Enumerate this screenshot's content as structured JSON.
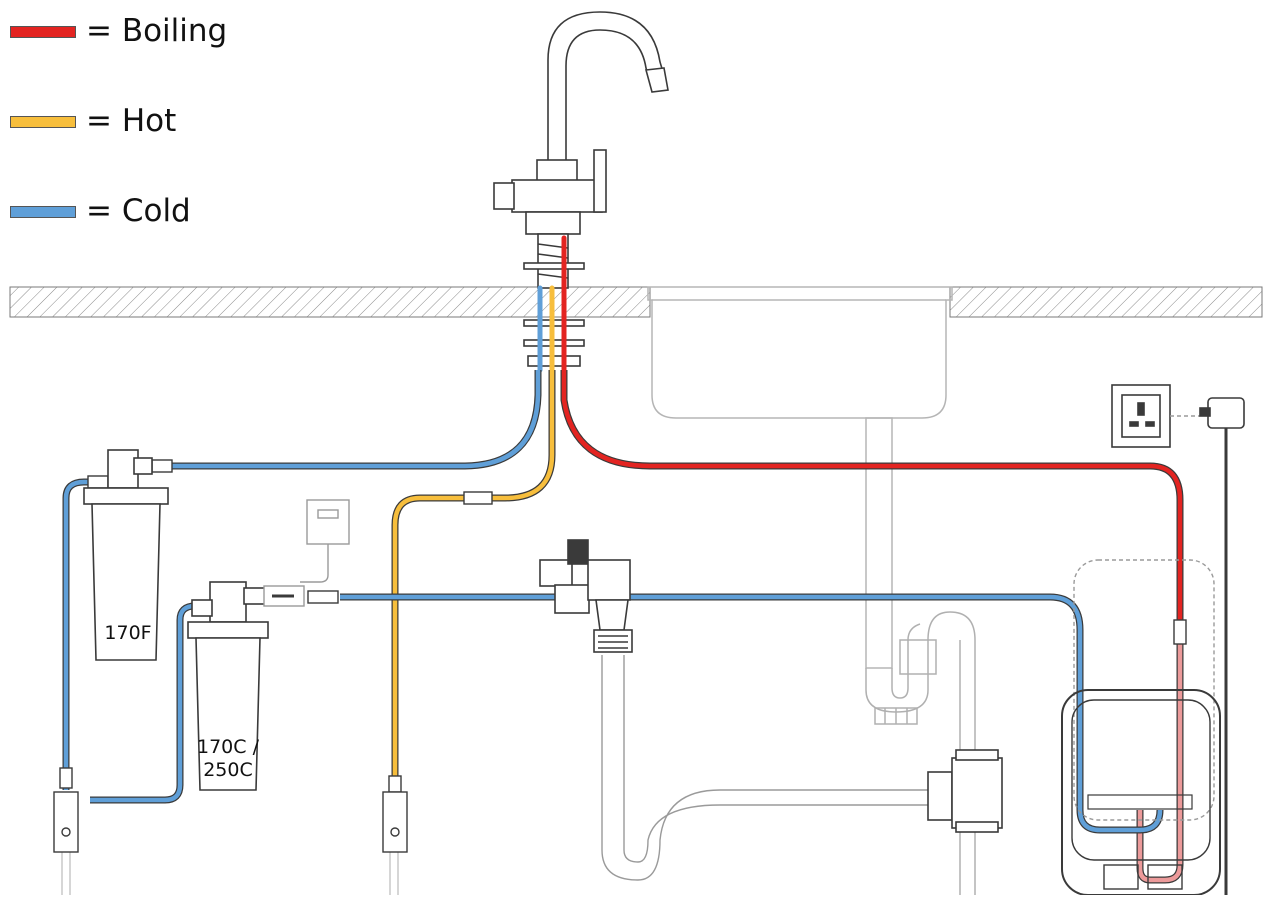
{
  "colors": {
    "boiling": "#e32421",
    "hot": "#f7be3c",
    "cold": "#5f9fd8",
    "outline": "#3a3a3a",
    "light_outline": "#9a9a9a",
    "pink": "#ec9a9a"
  },
  "legend": [
    {
      "key": "boiling",
      "label": "= Boiling",
      "color": "#e32421"
    },
    {
      "key": "hot",
      "label": "= Hot",
      "color": "#f7be3c"
    },
    {
      "key": "cold",
      "label": "= Cold",
      "color": "#5f9fd8"
    }
  ],
  "filters": {
    "first_label": "170F",
    "second_label_line1": "170C /",
    "second_label_line2": "250C"
  },
  "icons": [
    "tap-icon",
    "sink-icon",
    "power-socket-icon",
    "plug-adapter-icon",
    "filter-housing-icon",
    "boiler-tank-icon",
    "isolation-valve-icon",
    "pressure-valve-icon",
    "waste-trap-icon",
    "flow-meter-icon"
  ]
}
